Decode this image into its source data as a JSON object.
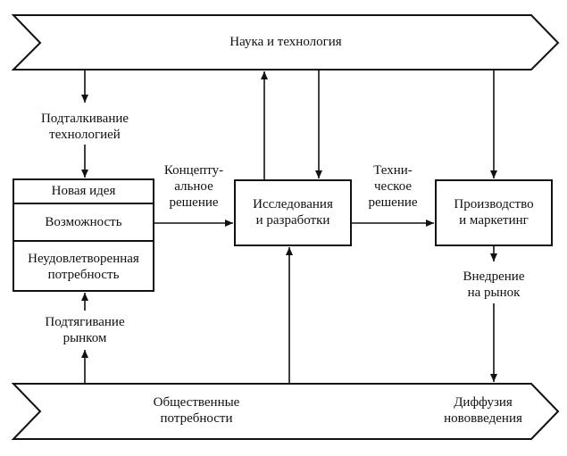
{
  "diagram": {
    "top_banner": "Наука и технология",
    "bottom_banner_left": [
      "Общественные",
      "потребности"
    ],
    "bottom_banner_right": [
      "Диффузия",
      "нововведения"
    ],
    "left_block": {
      "row1": "Новая идея",
      "row2": "Возможность",
      "row3": [
        "Неудовлетворенная",
        "потребность"
      ]
    },
    "rd_box": [
      "Исследования",
      "и разработки"
    ],
    "prod_box": [
      "Производство",
      "и маркетинг"
    ],
    "push_label": [
      "Подталкивание",
      "технологией"
    ],
    "pull_label": [
      "Подтягивание",
      "рынком"
    ],
    "concept_label": [
      "Концепту-",
      "альное",
      "решение"
    ],
    "tech_label": [
      "Техни-",
      "ческое",
      "решение"
    ],
    "market_label": [
      "Внедрение",
      "на рынок"
    ]
  }
}
